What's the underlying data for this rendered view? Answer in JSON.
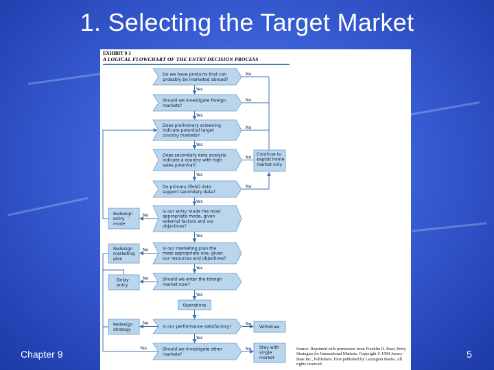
{
  "slide": {
    "title": "1. Selecting the Target Market",
    "footer_left": "Chapter 9",
    "page_number": "5"
  },
  "figure": {
    "exhibit": "EXHIBIT 9-1",
    "title": "A LOGICAL FLOWCHART OF THE ENTRY DECISION PROCESS",
    "questions": [
      [
        "Do we have products that can",
        "probably be marketed abroad?"
      ],
      [
        "Should we investigate foreign",
        "markets?"
      ],
      [
        "Does preliminary screening",
        "indicate potential target",
        "country markets?"
      ],
      [
        "Does secondary data analysis",
        "indicate a country with high",
        "sales potential?"
      ],
      [
        "Do primary (field) data",
        "support secondary data?"
      ],
      [
        "Is our entry mode the most",
        "appropriate mode, given",
        "external factors and our",
        "objectives?"
      ],
      [
        "Is our marketing plan the",
        "most appropriate one, given",
        "our resources and objectives?"
      ],
      [
        "Should we enter the foreign",
        "market now?"
      ],
      [
        "Is our performance satisfactory?"
      ],
      [
        "Should we investigate other",
        "markets?"
      ]
    ],
    "yes_label": "Yes",
    "no_label": "No",
    "operations": "Operations",
    "side_boxes": {
      "continue": [
        "Continue to",
        "exploit home",
        "market only"
      ],
      "withdraw": [
        "Withdraw"
      ],
      "stay": [
        "Stay with",
        "single",
        "market"
      ],
      "redesign_entry": [
        "Redesign",
        "entry",
        "mode"
      ],
      "redesign_marketing": [
        "Redesign",
        "marketing",
        "plan"
      ],
      "delay": [
        "Delay",
        "entry"
      ],
      "redesign_strategy": [
        "Redesign",
        "strategy"
      ]
    },
    "source": "Source: Reprinted with permission from Franklin R. Root, Entry Strategies for International Markets. Copyright © 1994 Jossey-Bass Inc., Publishers. First published by Lexington Books. All rights reserved."
  },
  "colors": {
    "box_fill": "#b9d6ec",
    "box_stroke": "#6b96c4",
    "arrow": "#3f6fb0"
  }
}
